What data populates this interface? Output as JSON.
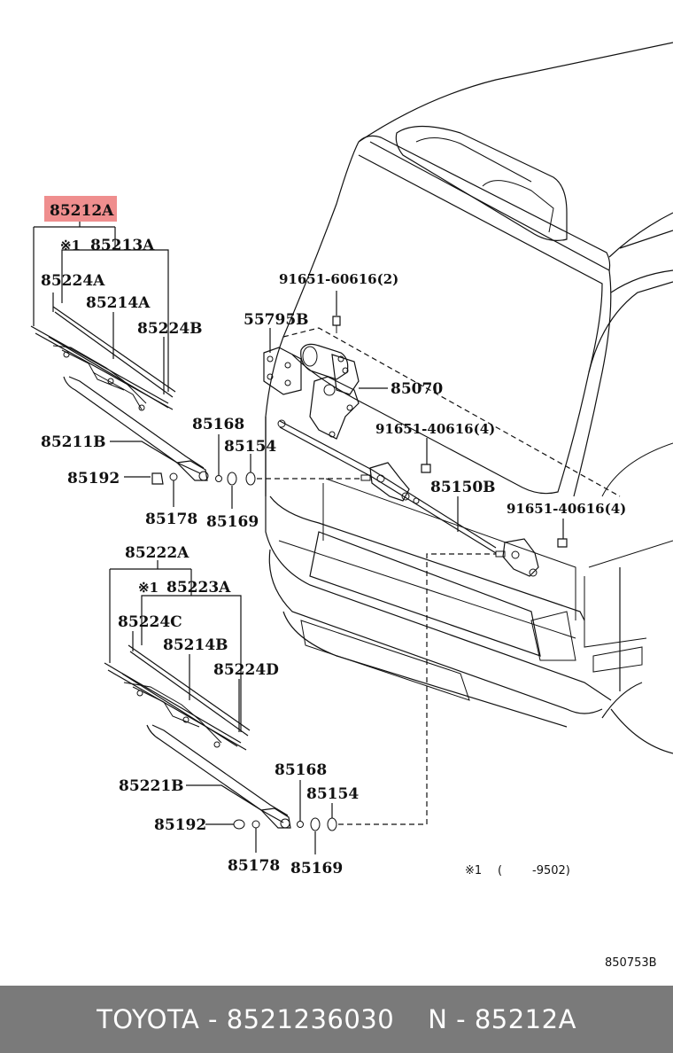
{
  "callouts": {
    "highlighted": "85212A",
    "p85213a": "85213A",
    "p85224a": "85224A",
    "p85214a": "85214A",
    "p85224b": "85224B",
    "p85211b": "85211B",
    "p85168_top": "85168",
    "p85154_top": "85154",
    "p85192_top": "85192",
    "p85178_top": "85178",
    "p85169_top": "85169",
    "p91651_60616": "91651-60616(2)",
    "p55795b": "55795B",
    "p85070": "85070",
    "p91651_40616a": "91651-40616(4)",
    "p85150b": "85150B",
    "p91651_40616b": "91651-40616(4)",
    "p85222a": "85222A",
    "p85223a": "85223A",
    "p85224c": "85224C",
    "p85214b": "85214B",
    "p85224d": "85224D",
    "p85168_bot": "85168",
    "p85154_bot": "85154",
    "p85221b": "85221B",
    "p85192_bot": "85192",
    "p85178_bot": "85178",
    "p85169_bot": "85169"
  },
  "marks": {
    "asterisk1_top": "※1",
    "asterisk1_bot": "※1"
  },
  "footnote": {
    "mark": "※1",
    "open": "(",
    "range": "-9502)"
  },
  "illustration_code": "850753B",
  "footer": {
    "brand_part": "TOYOTA - 8521236030",
    "ref": "N - 85212A"
  },
  "colors": {
    "highlight": "#ef8e8e",
    "footer_bg": "#7a7a7a",
    "footer_text": "#ffffff"
  }
}
